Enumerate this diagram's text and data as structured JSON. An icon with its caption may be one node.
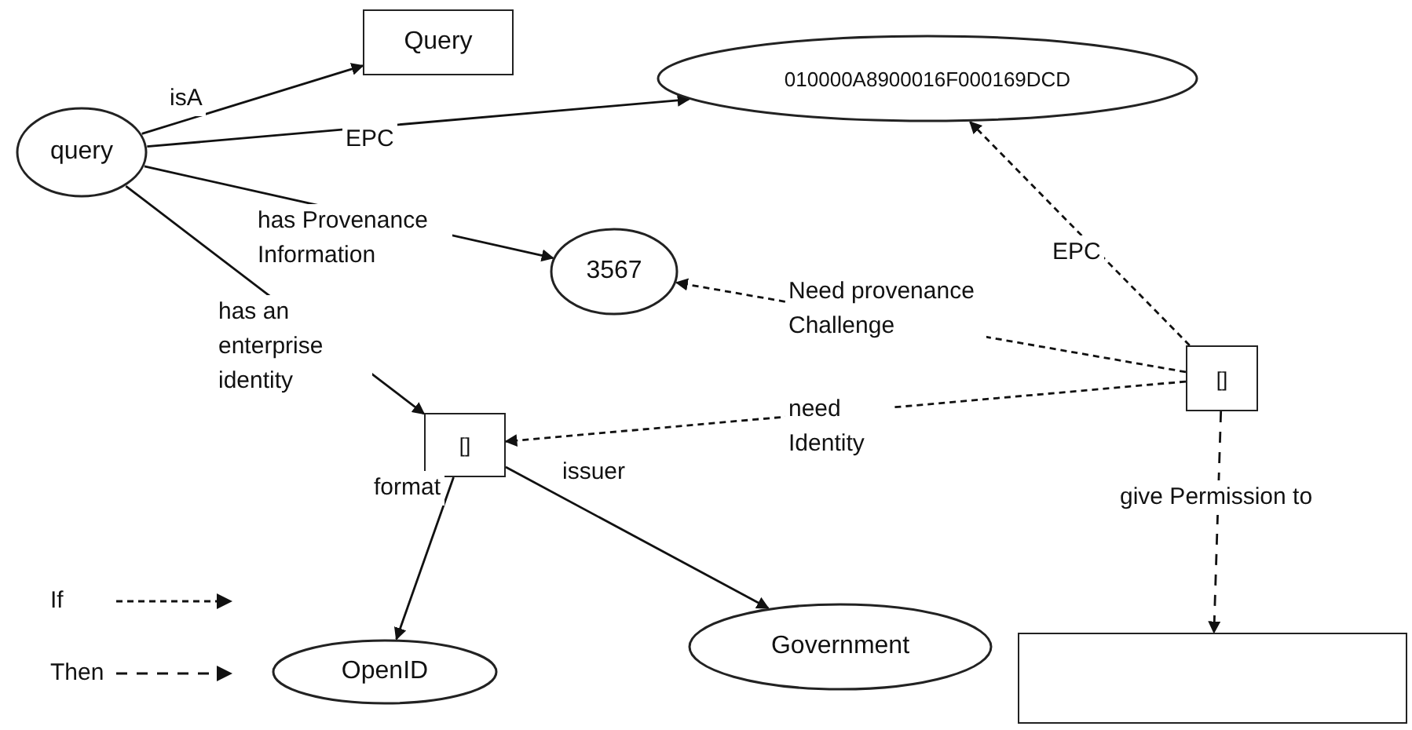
{
  "diagram": {
    "nodes": [
      {
        "text": [
          "query"
        ]
      },
      {
        "text": [
          "Query"
        ]
      },
      {
        "text": [
          "010000A8900016F000169DCD"
        ]
      },
      {
        "text": [
          "3567"
        ]
      },
      {
        "text": [
          "[]"
        ]
      },
      {
        "text": [
          "[]"
        ]
      },
      {
        "text": [
          "OpenID"
        ]
      },
      {
        "text": [
          "Government"
        ]
      },
      {
        "text": [],
        "shape": "box"
      }
    ],
    "edges": [
      {
        "from": 0,
        "to": 1,
        "arrow": "to",
        "label": "isA"
      },
      {
        "from": 0,
        "to": 2,
        "arrow": "to",
        "label": "EPC"
      },
      {
        "from": 0,
        "to": 3,
        "arrow": "to",
        "label": "has Provenance Information"
      },
      {
        "from": 0,
        "to": 4,
        "arrow": "to",
        "label": "has an enterprise identity"
      },
      {
        "from": 5,
        "to": 2,
        "arrow": "to",
        "label": "EPC",
        "style": "dashed"
      },
      {
        "from": 5,
        "to": 3,
        "arrow": "to",
        "label": "Need provenance Challenge",
        "style": "dashed"
      },
      {
        "from": 5,
        "to": 4,
        "arrow": "to",
        "label": "need Identity",
        "style": "dashed"
      },
      {
        "from": 5,
        "to": 8,
        "arrow": "to",
        "label": "give Permission to",
        "style": "dashed"
      },
      {
        "from": 4,
        "to": 6,
        "arrow": "to",
        "label": "format"
      },
      {
        "from": 4,
        "to": 7,
        "arrow": "to",
        "label": "issuer"
      }
    ],
    "legend": [
      {
        "text": "If"
      },
      {
        "text": "Then"
      }
    ]
  }
}
